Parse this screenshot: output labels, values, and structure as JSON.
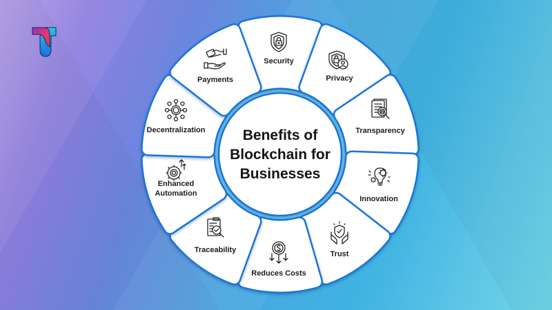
{
  "logo": {
    "label": "T",
    "colors": [
      "#8b2fc9",
      "#e8356d",
      "#27c4e8",
      "#1e7ee0"
    ]
  },
  "center": {
    "title_lines": [
      "Benefits of",
      "Blockchain for",
      "Businesses"
    ]
  },
  "tiles": [
    {
      "label": "Security",
      "icon": "shield-lock-icon"
    },
    {
      "label": "Privacy",
      "icon": "shield-user-icon"
    },
    {
      "label": "Transparency",
      "icon": "document-search-icon"
    },
    {
      "label": "Innovation",
      "icon": "lightbulb-gear-icon"
    },
    {
      "label": "Trust",
      "icon": "hands-shield-icon"
    },
    {
      "label": "Reduces Costs",
      "icon": "dollar-down-arrows-icon"
    },
    {
      "label": "Traceability",
      "icon": "document-check-search-icon"
    },
    {
      "label_lines": [
        "Enhanced",
        "Automation"
      ],
      "label": "Enhanced Automation",
      "icon": "gear-arrows-up-icon"
    },
    {
      "label": "Decentralization",
      "icon": "network-nodes-icon"
    },
    {
      "label": "Payments",
      "icon": "hand-money-icon"
    }
  ],
  "colors": {
    "tile_border": "#1a73d9",
    "tile_fill": "#ffffff",
    "ring": "#46b4e4",
    "text": "#1c1c1c"
  }
}
